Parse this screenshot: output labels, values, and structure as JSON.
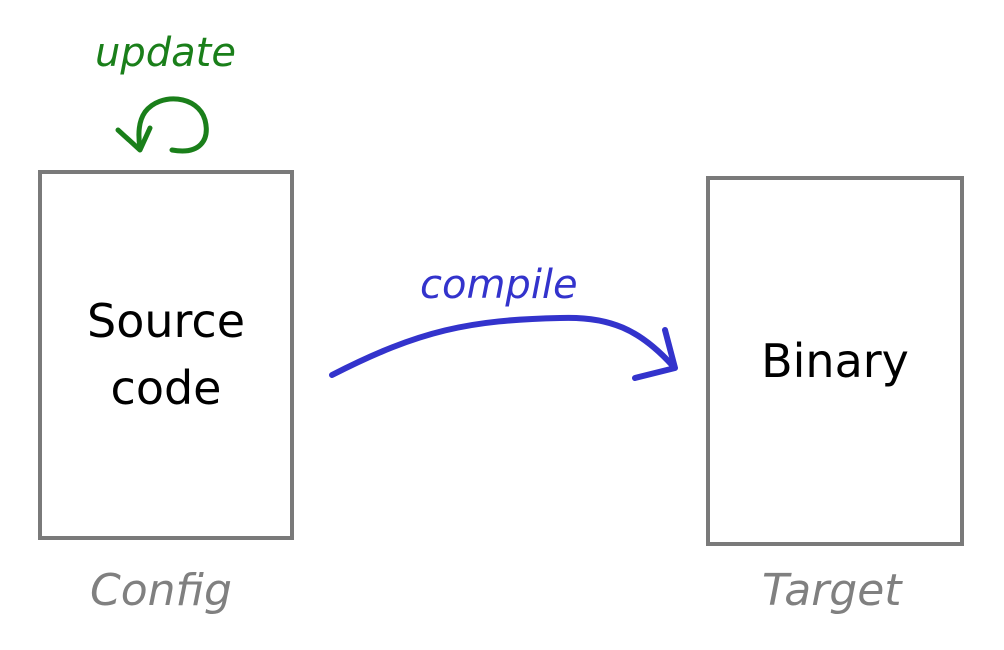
{
  "source": {
    "label_line1": "Source",
    "label_line2": "code",
    "caption": "Config"
  },
  "binary": {
    "label": "Binary",
    "caption": "Target"
  },
  "compile": {
    "label": "compile",
    "color": "#3333cc"
  },
  "update": {
    "label": "update",
    "color": "#1a7f1a"
  }
}
